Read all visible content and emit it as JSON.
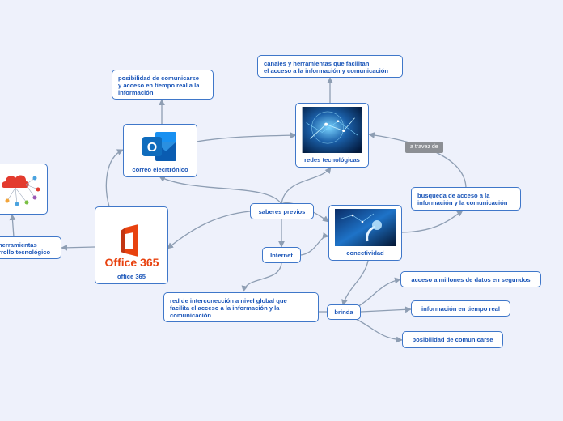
{
  "nodes": {
    "office365": {
      "label": "office 365",
      "logo_text": "Office 365"
    },
    "correo": {
      "label": "correo elecrtrónico",
      "logo_letter": "O"
    },
    "redes": {
      "label": "redes tecnológicas"
    },
    "conectividad": {
      "label": "conectividad"
    },
    "saberes": {
      "label": "saberes previos"
    },
    "internet": {
      "label": "Internet"
    },
    "brinda": {
      "label": "brinda"
    },
    "posibilidad_tiempo_real": {
      "label": "posibilidad de comunicarse\ny acceso en tiempo real a la\ninformación"
    },
    "canales": {
      "label": "canales y herramientas que facilitan\nel acceso a la información y comunicación"
    },
    "busqueda": {
      "label": "busqueda de acceso a la\ninformación y la comunicación"
    },
    "red_interconexion": {
      "label": "red de interconección a nivel global que\nfacilita el acceso a la información y la\ncomunicación"
    },
    "acceso_millones": {
      "label": "acceso a millones de datos en segundos"
    },
    "info_tiempo_real": {
      "label": "información en tiempo real"
    },
    "posibilidad_comunicarse": {
      "label": "posibilidad de comunicarse"
    },
    "herramientas": {
      "label": "herramientas\nrrollo tecnológico"
    },
    "cloud_img": {
      "label": ""
    }
  },
  "edge_labels": {
    "a_traves": "a travez de"
  },
  "colors": {
    "background": "#eef1fb",
    "border": "#3f77c9",
    "text": "#1a55b8",
    "edge": "#8e9eb3",
    "office_orange": "#e8420f",
    "outlook_blue": "#0f6cbd",
    "tag_gray": "#8c8f94"
  }
}
